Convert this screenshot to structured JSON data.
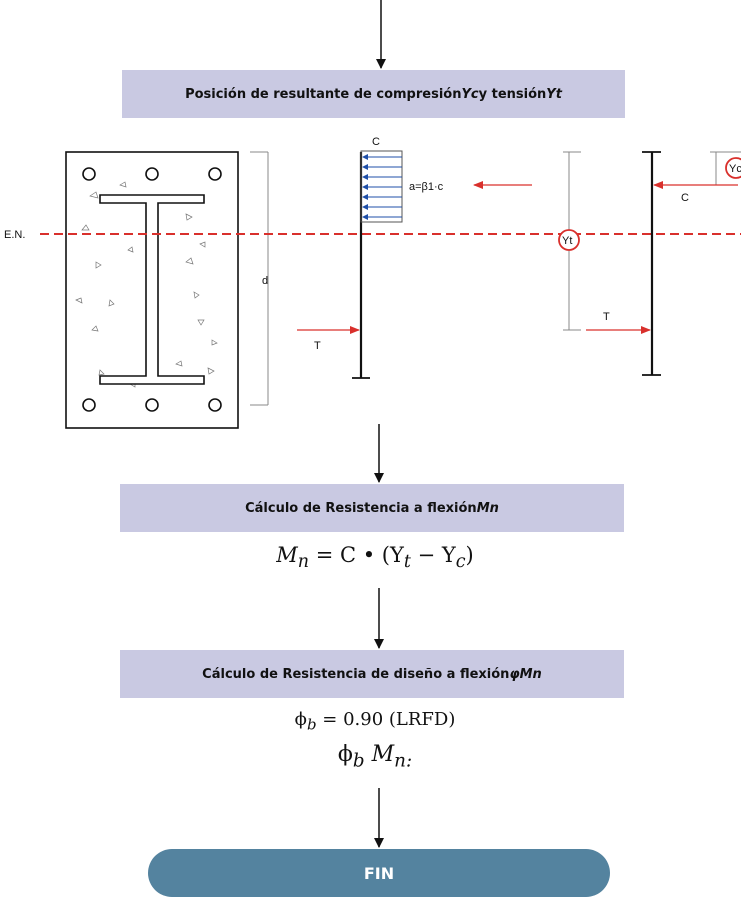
{
  "flow": {
    "step1": {
      "before": "Posición de resultante de compresión ",
      "v1": "Yc",
      "middle": " y tensión ",
      "v2": "Yt"
    },
    "step2": {
      "before": "Cálculo de Resistencia a flexión ",
      "v": "Mn"
    },
    "step3": {
      "before": "Cálculo de Resistencia de diseño a flexión ",
      "v": "φMn"
    },
    "end_label": "FIN"
  },
  "diagram": {
    "neutral_axis": "E.N.",
    "depth": "d",
    "compression": "C",
    "tension": "T",
    "block_depth": "a=β1·c",
    "yt": "Yt",
    "yc": "Yc"
  },
  "formulas": {
    "mn": {
      "M": "M",
      "n": "n",
      "eq": " = C • (Y",
      "t": "t",
      "minus": " − Y",
      "c": "c",
      "close": ")"
    },
    "phi_b": {
      "phi": "ϕ",
      "b": "b",
      "rest": " = 0.90 (LRFD)"
    },
    "phi_mn": {
      "phi": "ϕ",
      "b": "b",
      "M": " M",
      "n": "n:"
    }
  },
  "colors": {
    "box": "#c9c9e2",
    "fin": "#54839f",
    "neutral_axis": "#d9302c",
    "arrow_red": "#d9302c",
    "stress_arrow": "#1f4fa8"
  }
}
